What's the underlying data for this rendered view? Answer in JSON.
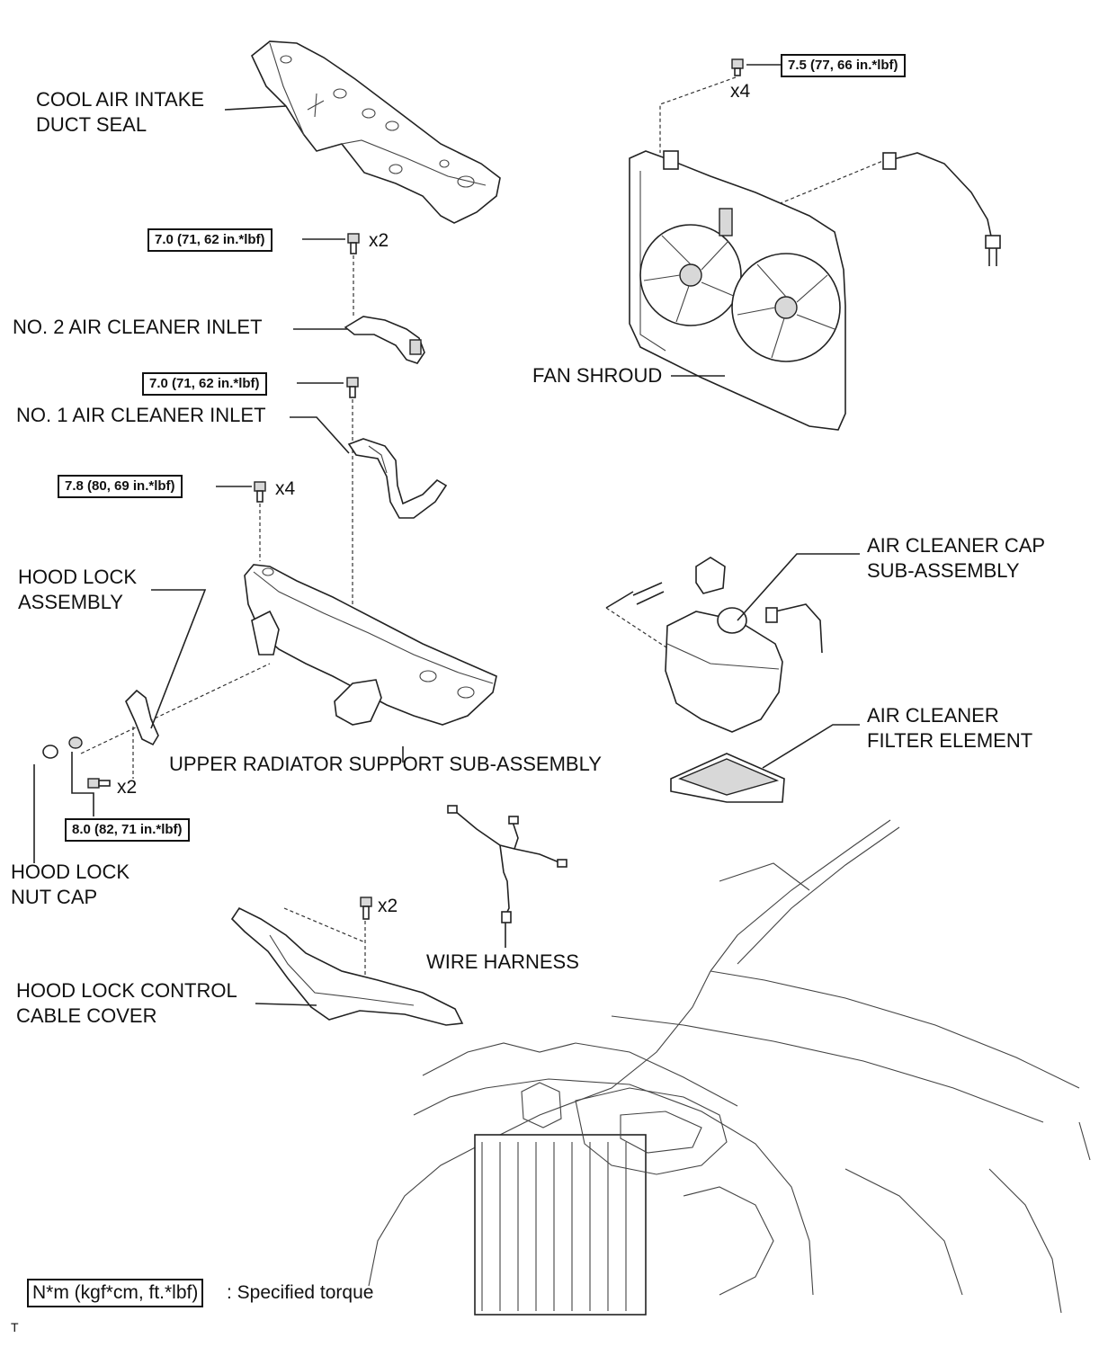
{
  "labels": {
    "cool_air_intake_duct_seal_1": "COOL AIR INTAKE",
    "cool_air_intake_duct_seal_2": "DUCT SEAL",
    "no2_air_cleaner_inlet": "NO. 2 AIR CLEANER INLET",
    "no1_air_cleaner_inlet": "NO. 1 AIR CLEANER INLET",
    "hood_lock_assembly_1": "HOOD LOCK",
    "hood_lock_assembly_2": "ASSEMBLY",
    "upper_radiator_support": "UPPER RADIATOR SUPPORT SUB-ASSEMBLY",
    "hood_lock_nut_cap_1": "HOOD LOCK",
    "hood_lock_nut_cap_2": "NUT CAP",
    "hood_lock_control_cable_cover_1": "HOOD LOCK CONTROL",
    "hood_lock_control_cable_cover_2": "CABLE COVER",
    "wire_harness": "WIRE HARNESS",
    "fan_shroud": "FAN SHROUD",
    "air_cleaner_cap_1": "AIR CLEANER CAP",
    "air_cleaner_cap_2": "SUB-ASSEMBLY",
    "air_cleaner_filter_1": "AIR CLEANER",
    "air_cleaner_filter_2": "FILTER ELEMENT"
  },
  "torques": {
    "fan_shroud_bolt": "7.5 (77, 66 in.*lbf)",
    "no2_inlet_bolt": "7.0 (71, 62 in.*lbf)",
    "no1_inlet_bolt": "7.0 (71, 62 in.*lbf)",
    "radiator_support_bolt": "7.8 (80, 69 in.*lbf)",
    "hood_lock_bolt": "8.0 (82, 71 in.*lbf)"
  },
  "quantities": {
    "fan_shroud_bolt": "x4",
    "no2_inlet_bolt": "x2",
    "radiator_support_bolt": "x4",
    "hood_lock_bolt": "x2",
    "cable_cover_clip": "x2"
  },
  "legend": {
    "unit": "N*m (kgf*cm, ft.*lbf)",
    "meaning": ": Specified torque"
  },
  "figure_code": "T"
}
